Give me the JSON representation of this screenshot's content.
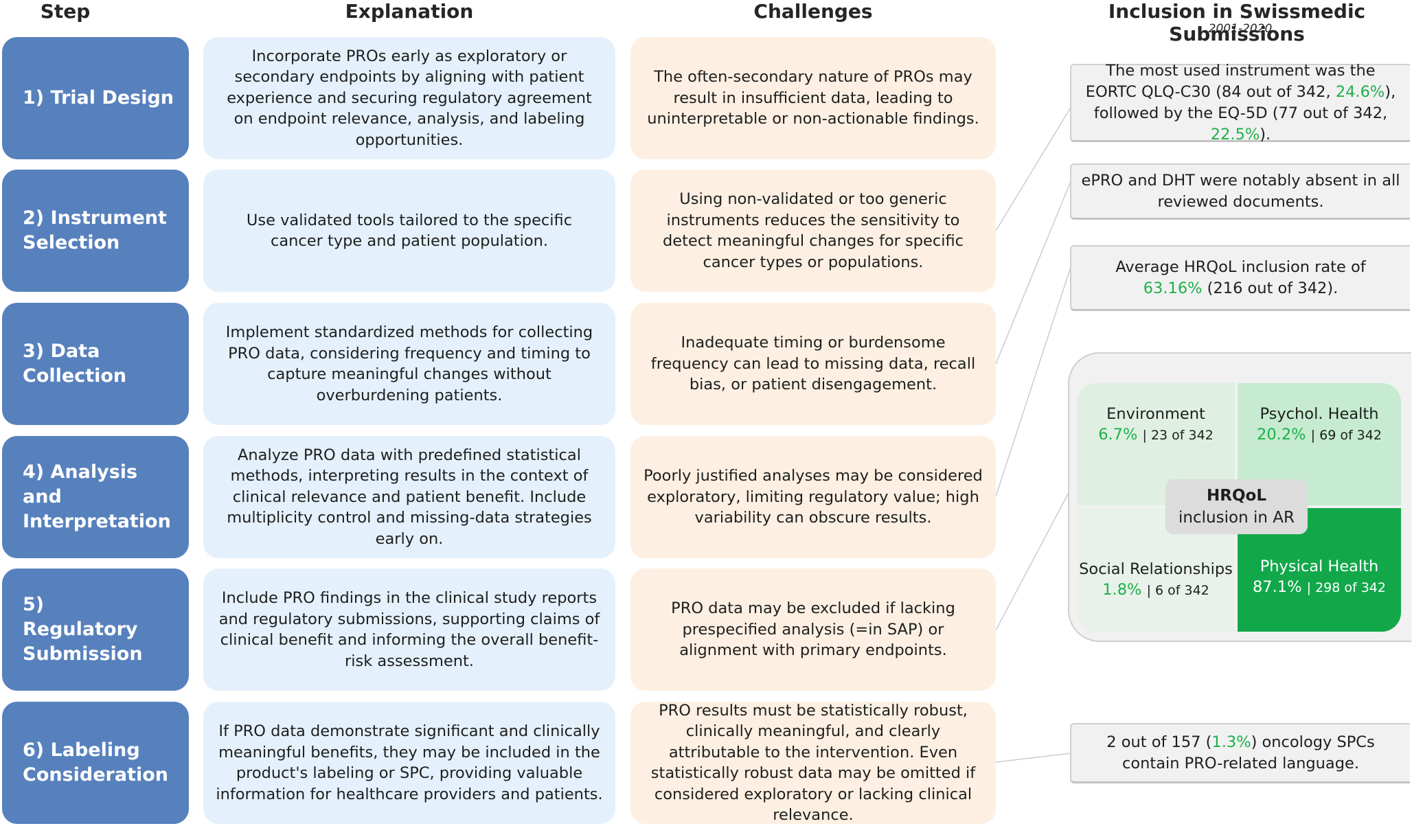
{
  "headers": {
    "step": "Step",
    "explanation": "Explanation",
    "challenges": "Challenges",
    "inclusion": "Inclusion in Swissmedic Submissions",
    "inclusion_period": "2001-2020"
  },
  "rows": [
    {
      "step": "1) Trial Design",
      "explanation": "Incorporate PROs early as exploratory or secondary endpoints by aligning with patient experience and securing regulatory agreement on endpoint relevance, analysis, and labeling opportunities.",
      "challenge": "The often-secondary nature of PROs may result in insufficient data, leading to uninterpretable or non-actionable findings."
    },
    {
      "step": "2) Instrument Selection",
      "explanation": "Use validated tools tailored to the specific cancer type and patient population.",
      "challenge": "Using non-validated or too generic instruments reduces the sensitivity to detect meaningful changes for specific cancer types or populations."
    },
    {
      "step": "3) Data Collection",
      "explanation": "Implement standardized methods for collecting PRO data, considering frequency and timing to capture meaningful changes without overburdening patients.",
      "challenge": "Inadequate timing or burdensome frequency can lead to missing data, recall bias, or patient disengagement."
    },
    {
      "step": "4) Analysis and Interpretation",
      "explanation": "Analyze PRO data with predefined statistical methods, interpreting results in the context of clinical relevance and patient benefit. Include multiplicity control and missing-data strategies early on.",
      "challenge": "Poorly justified analyses may be considered exploratory, limiting regulatory value; high variability can obscure results."
    },
    {
      "step": "5) Regulatory Submission",
      "explanation": "Include PRO findings in the clinical study reports and regulatory submissions, supporting claims of clinical benefit and informing the overall benefit-risk assessment.",
      "challenge": "PRO data may be excluded if lacking prespecified analysis (=in SAP) or alignment with primary endpoints."
    },
    {
      "step": "6) Labeling Consideration",
      "explanation": "If PRO data demonstrate significant and clinically meaningful benefits, they may be included in the product's labeling or SPC, providing valuable information for healthcare providers and patients.",
      "challenge": "PRO results must be statistically robust, clinically meaningful, and clearly attributable to the intervention. Even statistically robust data may be omitted if considered exploratory or lacking clinical relevance."
    }
  ],
  "notes": {
    "instrument": {
      "a": "The most used instrument was the EORTC QLQ-C30 (84 out of 342, ",
      "pct1": "24.6%",
      "b": "), followed by the EQ-5D (77 out of  342, ",
      "pct2": "22.5%",
      "c": ")."
    },
    "epro": "ePRO and DHT were notably absent in all reviewed documents.",
    "hrqol_rate": {
      "a": "Average HRQoL inclusion rate of",
      "pct": "63.16%",
      "b": " (216 out of 342)."
    },
    "labeling": {
      "a": "2 out of 157 (",
      "pct": "1.3%",
      "b": ") oncology SPCs contain PRO-related language."
    }
  },
  "treemap": {
    "center_title": "HRQoL",
    "center_sub": "inclusion in AR",
    "cells": [
      {
        "name": "Environment",
        "pct": "6.7%",
        "count": "| 23 of 342",
        "color": "#dff0e3"
      },
      {
        "name": "Psychol. Health",
        "pct": "20.2%",
        "count": "| 69 of 342",
        "color": "#c6ebd0"
      },
      {
        "name": "Social Relationships",
        "pct": "1.8%",
        "count": "| 6 of 342",
        "color": "#e8f1ea"
      },
      {
        "name": "Physical Health",
        "pct": "87.1%",
        "count": "| 298 of 342",
        "color": "#12a84a"
      }
    ]
  },
  "colors": {
    "step_box": "#5781bd",
    "explanation_box": "#e4f1fc",
    "challenge_box": "#fdf0e2",
    "note_box": "#f1f1f1",
    "highlight_green": "#1eb04a"
  }
}
